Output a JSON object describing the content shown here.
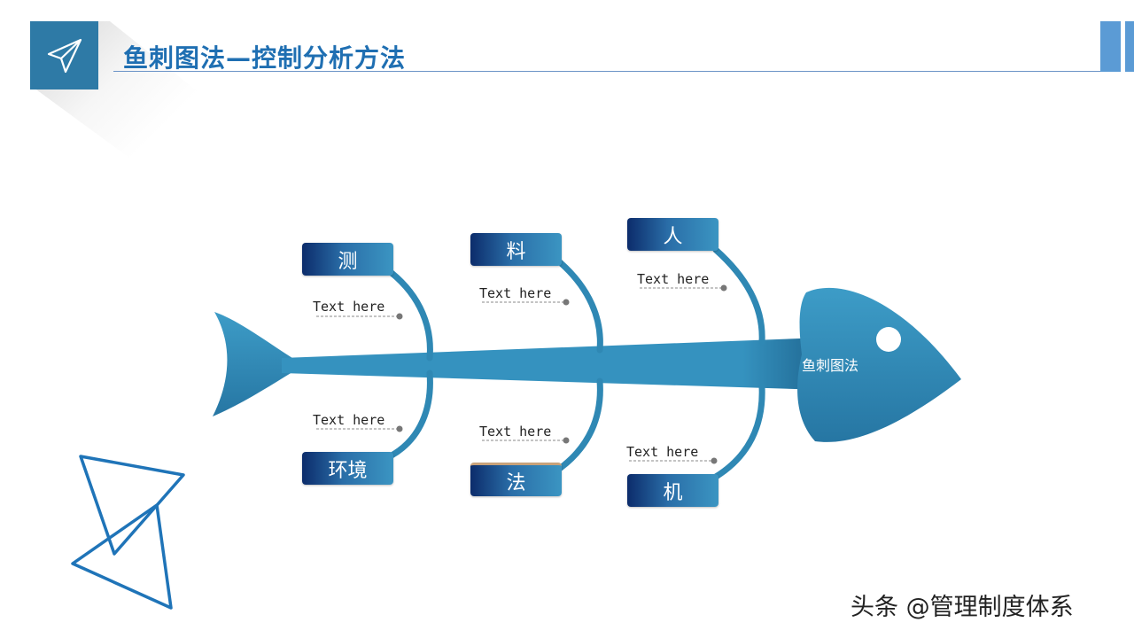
{
  "header": {
    "title": "鱼刺图法—控制分析方法",
    "icon": "paper-plane-icon"
  },
  "diagram": {
    "head_label": "鱼刺图法",
    "top_categories": [
      "测",
      "料",
      "人"
    ],
    "bottom_categories": [
      "环境",
      "法",
      "机"
    ],
    "placeholders": {
      "top_left": "Text here",
      "top_middle": "Text here",
      "top_right": "Text here",
      "bottom_left": "Text here",
      "bottom_middle": "Text here",
      "bottom_right": "Text here"
    }
  },
  "watermark": "头条 @管理制度体系",
  "colors": {
    "accent": "#2e7aa6",
    "title": "#1f6fb2",
    "fish": "#2f8ab5",
    "label_dark": "#0c2c6b",
    "label_light": "#3b95c2",
    "decor_triangle": "#1f74b8"
  }
}
